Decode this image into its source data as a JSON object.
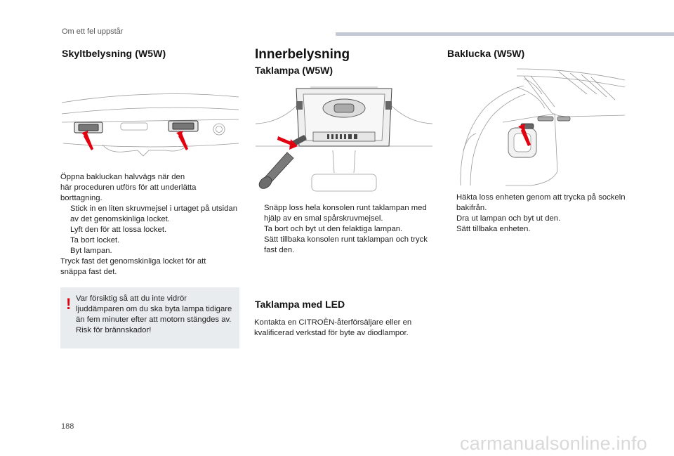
{
  "header": {
    "section_title": "Om ett fel uppstår"
  },
  "column1": {
    "heading": "Skyltbelysning (W5W)",
    "intro_lines": [
      "Öppna bakluckan halvvägs när den",
      "här proceduren utförs för att underlätta",
      "borttagning."
    ],
    "steps": [
      "Stick in en liten skruvmejsel i urtaget på utsidan av det genomskinliga locket.",
      "Lyft den för att lossa locket.",
      "Ta bort locket.",
      "Byt lampan."
    ],
    "outro_lines": [
      "Tryck fast det genomskinliga locket för att",
      "snäppa fast det."
    ],
    "warning_mark": "!",
    "warning_text": "Var försiktig så att du inte vidrör ljuddämparen om du ska byta lampa tidigare än fem minuter efter att motorn stängdes av. Risk för brännskador!"
  },
  "column2": {
    "heading": "Innerbelysning",
    "subheading1": "Taklampa (W5W)",
    "steps": [
      "Snäpp loss hela konsolen runt taklampan med hjälp av en smal spårskruvmejsel.",
      "Ta bort och byt ut den felaktiga lampan.",
      "Sätt tillbaka konsolen runt taklampan och tryck fast den."
    ],
    "subheading2": "Taklampa med LED",
    "led_text_lines": [
      "Kontakta en CITROËN-återförsäljare eller en",
      "kvalificerad verkstad för byte av diodlampor."
    ]
  },
  "column3": {
    "heading": "Baklucka (W5W)",
    "steps": [
      "Häkta loss enheten genom att trycka på sockeln bakifrån.",
      "Dra ut lampan och byt ut den.",
      "Sätt tillbaka enheten."
    ]
  },
  "bullet_glyph": "",
  "footer": {
    "page_number": "188",
    "watermark": "carmanualsonline.info"
  },
  "colors": {
    "accent_red": "#e3000f",
    "header_bar": "#c3cad6",
    "warning_bg": "#e9ecee"
  }
}
